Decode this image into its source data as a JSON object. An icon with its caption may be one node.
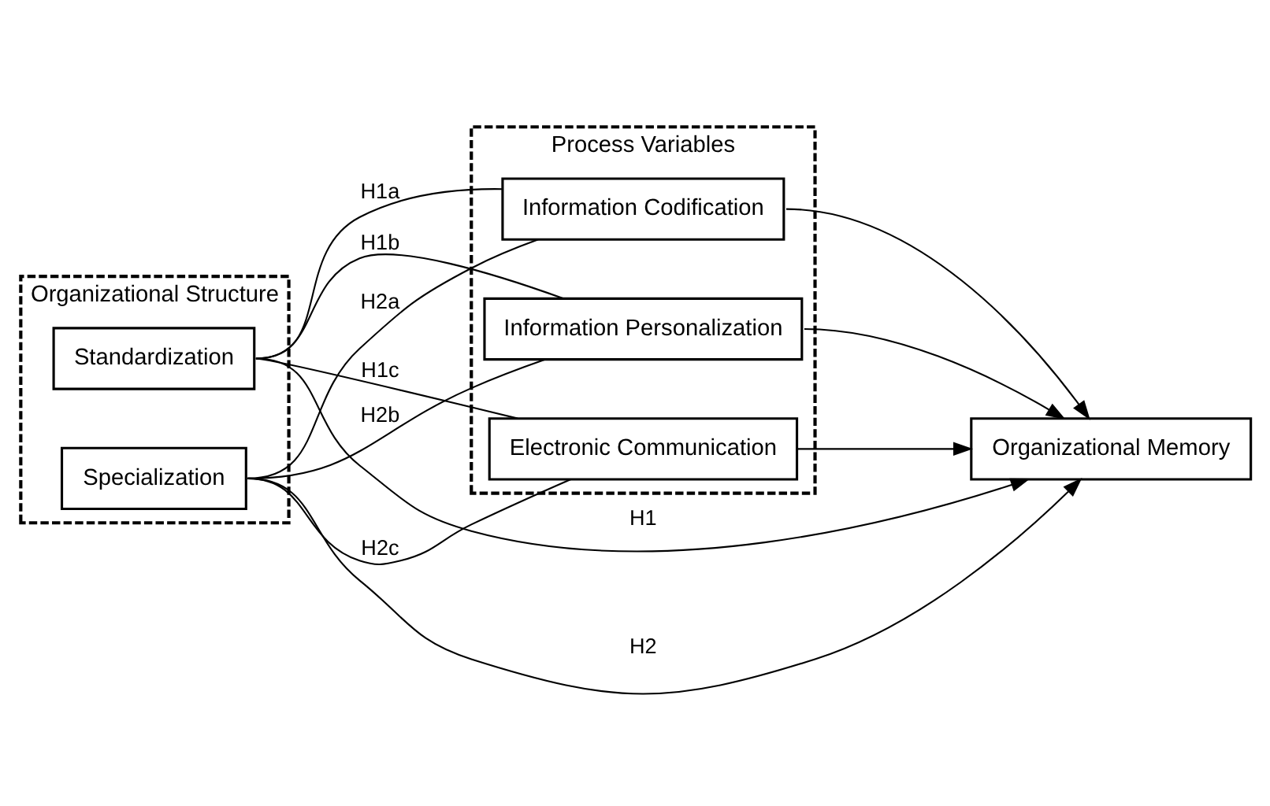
{
  "diagram": {
    "nodes": [
      {
        "text": [
          "Organizational Structure"
        ]
      },
      {
        "text": [
          "Standardization"
        ],
        "in": 0
      },
      {
        "text": [
          "Specialization"
        ],
        "in": 0
      },
      {
        "text": [
          "Process Variables"
        ]
      },
      {
        "text": [
          "Information Codification"
        ],
        "in": 3
      },
      {
        "text": [
          "Information Personalization"
        ],
        "in": 3
      },
      {
        "text": [
          "Electronic Communication"
        ],
        "in": 3
      },
      {
        "text": [
          "Organizational Memory"
        ]
      }
    ],
    "edges": [
      {
        "from": 1,
        "to": 7,
        "arrow": "to",
        "label": "H1"
      },
      {
        "from": 1,
        "to": 4,
        "arrow": "none",
        "label": "H1a"
      },
      {
        "from": 2,
        "to": 4,
        "arrow": "none",
        "label": "H2a"
      },
      {
        "from": 1,
        "to": 5,
        "arrow": "none",
        "label": "H1b"
      },
      {
        "from": 2,
        "to": 5,
        "arrow": "none",
        "label": "H2b"
      },
      {
        "from": 1,
        "to": 6,
        "arrow": "none",
        "label": "H1c"
      },
      {
        "from": 2,
        "to": 6,
        "arrow": "none",
        "label": "H2c"
      },
      {
        "from": 4,
        "to": 7,
        "arrow": "to"
      },
      {
        "from": 5,
        "to": 7,
        "arrow": "to"
      },
      {
        "from": 6,
        "to": 7,
        "arrow": "to"
      },
      {
        "from": 2,
        "to": 7,
        "arrow": "to",
        "label": "H2"
      }
    ]
  }
}
